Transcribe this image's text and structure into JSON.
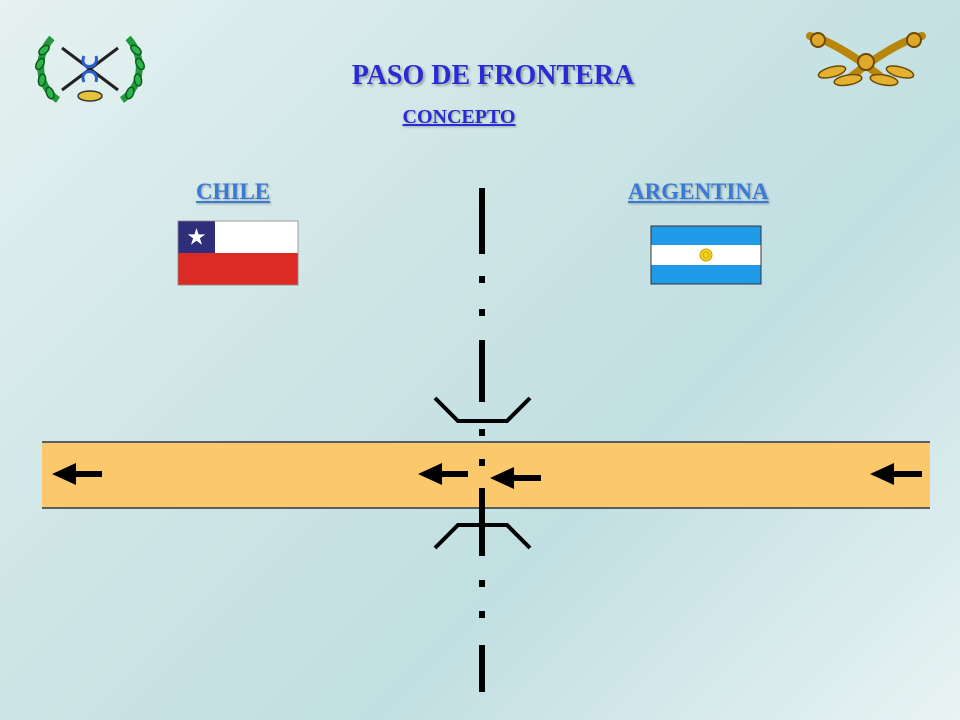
{
  "title": "PASO DE FRONTERA",
  "subtitle": "CONCEPTO",
  "countries": [
    {
      "name": "CHILE",
      "flag": "chile-flag"
    },
    {
      "name": "ARGENTINA",
      "flag": "argentina-flag"
    }
  ],
  "emblems": [
    "left-emblem-crossed-sabers-laurel",
    "right-emblem-crossed-sabers-laurel"
  ],
  "colors": {
    "title": "#2b2bd6",
    "country_label": "#3a7ad6",
    "road": "#fbc96c",
    "chile_blue": "#2e2e7a",
    "chile_red": "#dc2a24",
    "argentina_blue": "#1f9be8",
    "sun": "#f5d21a"
  },
  "icons": [
    "arrow-left-icon",
    "border-line",
    "checkpoint-marker"
  ]
}
